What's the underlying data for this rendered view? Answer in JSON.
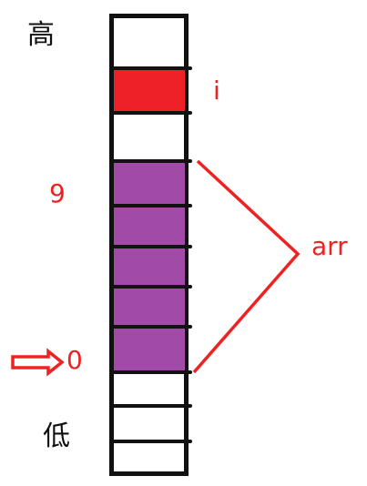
{
  "labels": {
    "high": "高",
    "low": "低",
    "pointer": "i",
    "top_index": "9",
    "bottom_index": "0",
    "array_name": "arr"
  },
  "colors": {
    "outline": "#111111",
    "pointer_cell": "#ee2028",
    "array_cells": "#a24aa8",
    "annotation": "#ee2222"
  },
  "icons": {
    "arrow": "right-arrow-icon"
  }
}
